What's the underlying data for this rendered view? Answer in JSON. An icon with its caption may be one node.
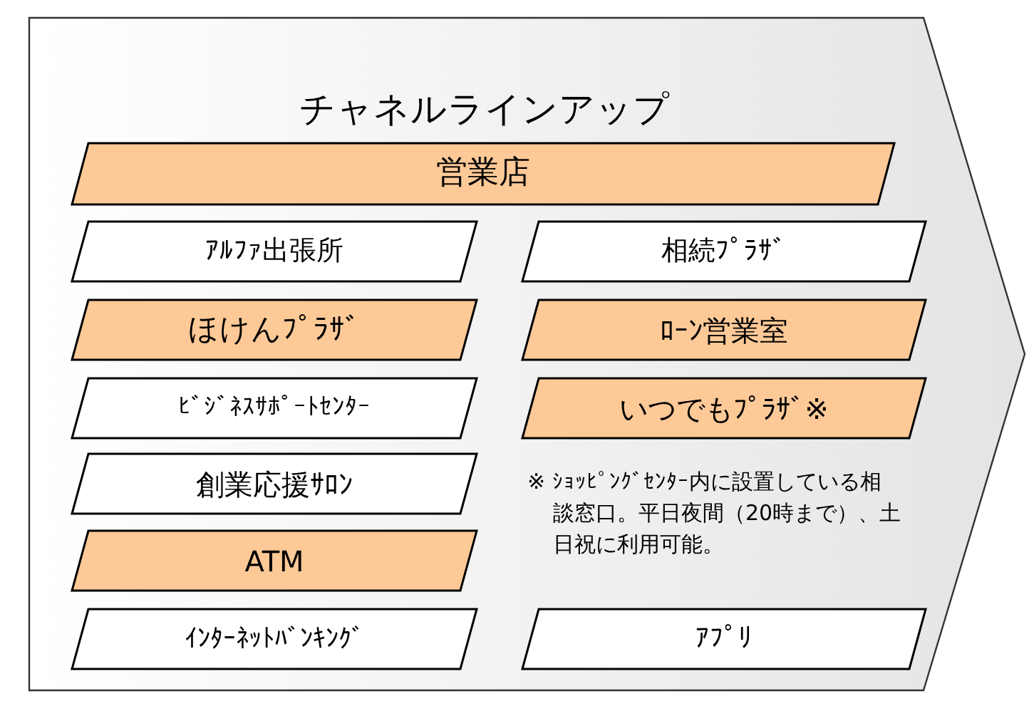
{
  "diagram": {
    "nodes": [
      {
        "text": [
          "チャネルラインアップ"
        ]
      },
      {
        "text": [
          "営業店"
        ],
        "in": 0
      },
      {
        "text": [
          "ｱﾙﾌｧ出張所"
        ],
        "in": 0
      },
      {
        "text": [
          "相続ﾌﾟﾗｻﾞ"
        ],
        "in": 0
      },
      {
        "text": [
          "ほけんﾌﾟﾗｻﾞ"
        ],
        "in": 0
      },
      {
        "text": [
          "ﾛｰﾝ営業室"
        ],
        "in": 0
      },
      {
        "text": [
          "ﾋﾞｼﾞﾈｽｻﾎﾟｰﾄｾﾝﾀｰ"
        ],
        "in": 0
      },
      {
        "text": [
          "いつでもﾌﾟﾗｻﾞ※"
        ],
        "in": 0
      },
      {
        "text": [
          "創業応援ｻﾛﾝ"
        ],
        "in": 0
      },
      {
        "text": [
          "ATM"
        ],
        "in": 0
      },
      {
        "text": [
          "ｲﾝﾀｰﾈｯﾄﾊﾞﾝｷﾝｸﾞ"
        ],
        "in": 0
      },
      {
        "text": [
          "ｱﾌﾟﾘ"
        ],
        "in": 0
      }
    ],
    "labels": [
      "※ ｼｮｯﾋﾟﾝｸﾞｾﾝﾀｰ内に設置している相談窓口。平日夜間（20時まで）、土日祝に利用可能。"
    ]
  }
}
